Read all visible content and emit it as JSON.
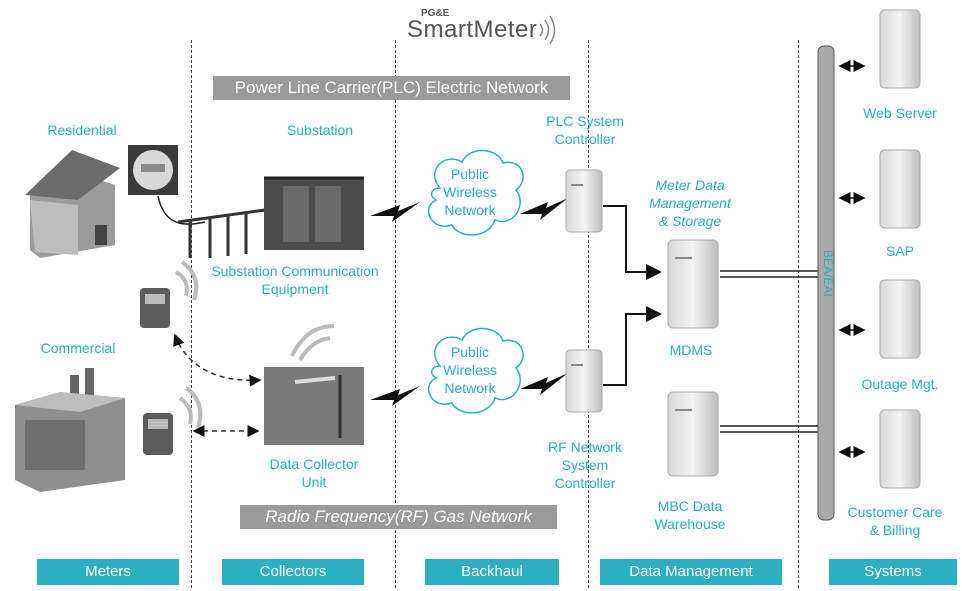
{
  "logo": {
    "brand_small": "PG&E",
    "brand_main": "SmartMeter"
  },
  "banners": {
    "plc": "Power Line Carrier(PLC) Electric Network",
    "rf": "Radio Frequency(RF) Gas Network"
  },
  "labels": {
    "residential": "Residential",
    "commercial": "Commercial",
    "substation": "Substation",
    "substation_comm": [
      "Substation Communication",
      "Equipment"
    ],
    "data_collector": [
      "Data Collector",
      "Unit"
    ],
    "public_wireless_1": [
      "Public",
      "Wireless",
      "Network"
    ],
    "public_wireless_2": [
      "Public",
      "Wireless",
      "Network"
    ],
    "plc_controller": [
      "PLC System",
      "Controller"
    ],
    "rf_controller": [
      "RF Network",
      "System",
      "Controller"
    ],
    "mdm_storage": [
      "Meter Data",
      "Management",
      "& Storage"
    ],
    "mdms": "MDMS",
    "mbc": [
      "MBC Data",
      "Warehouse"
    ],
    "bea": "BEA/EAI",
    "web_server": "Web Server",
    "sap": "SAP",
    "outage": "Outage Mgt.",
    "customer_care": [
      "Customer Care",
      "& Billing"
    ]
  },
  "footer": [
    "Meters",
    "Collectors",
    "Backhaul",
    "Data Management",
    "Systems"
  ],
  "colors": {
    "accent": "#2ab0c0",
    "banner": "#9a9a9a"
  }
}
